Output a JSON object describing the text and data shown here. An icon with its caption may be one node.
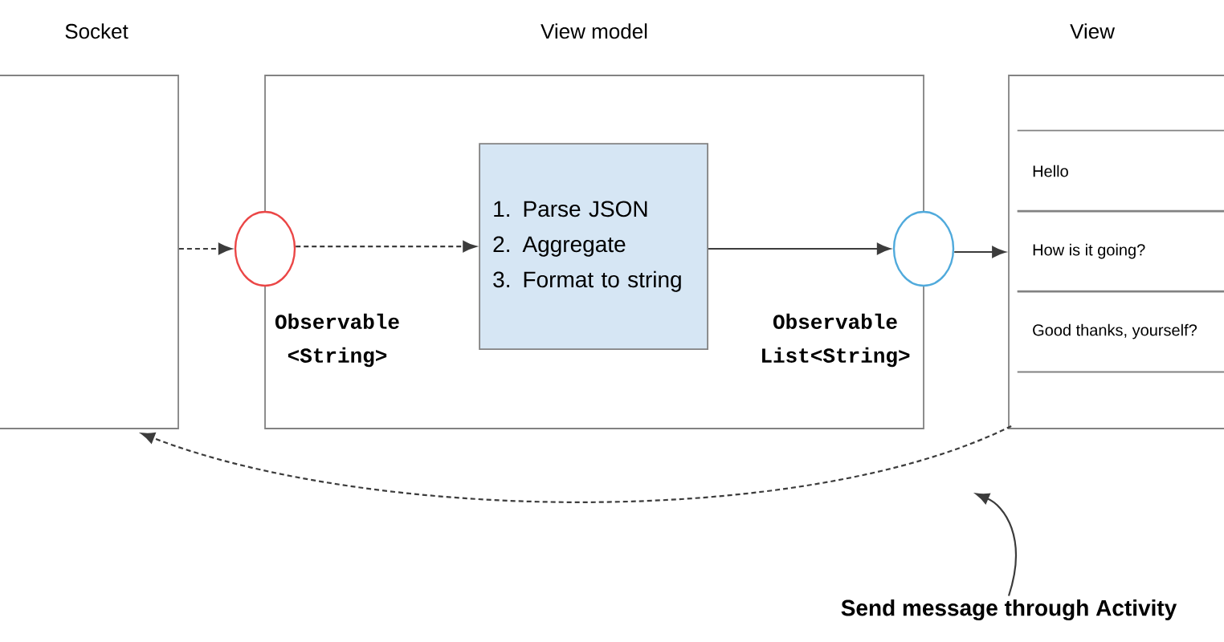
{
  "diagram": {
    "nodes": [
      {
        "text": [
          "Socket"
        ]
      },
      {
        "text": [
          "View model"
        ]
      },
      {
        "text": [],
        "shape": "circle",
        "beside": [
          "Observable <String>"
        ]
      },
      {
        "text": [
          "1. Parse JSON",
          "2. Aggregate",
          "3. Format to string"
        ],
        "in": 1
      },
      {
        "text": [],
        "shape": "circle",
        "beside": [
          "Observable List<String>"
        ]
      },
      {
        "text": [
          "View"
        ]
      },
      {
        "text": [
          "Hello"
        ],
        "in": 5
      },
      {
        "text": [
          "How is it going?"
        ],
        "in": 5
      },
      {
        "text": [
          "Good thanks, yourself?"
        ],
        "in": 5
      },
      {
        "text": [
          "Send message through Activity"
        ]
      }
    ],
    "edges": [
      {
        "from": 0,
        "to": 2,
        "arrow": "to",
        "style": "dashed"
      },
      {
        "from": 2,
        "to": 3,
        "arrow": "to",
        "style": "dashed"
      },
      {
        "from": 3,
        "to": 4,
        "arrow": "to"
      },
      {
        "from": 4,
        "to": 5,
        "arrow": "to"
      },
      {
        "from": 5,
        "to": 0,
        "arrow": "to",
        "style": "dashed"
      },
      {
        "from": 9,
        "to": null,
        "arrow": "to"
      }
    ]
  }
}
